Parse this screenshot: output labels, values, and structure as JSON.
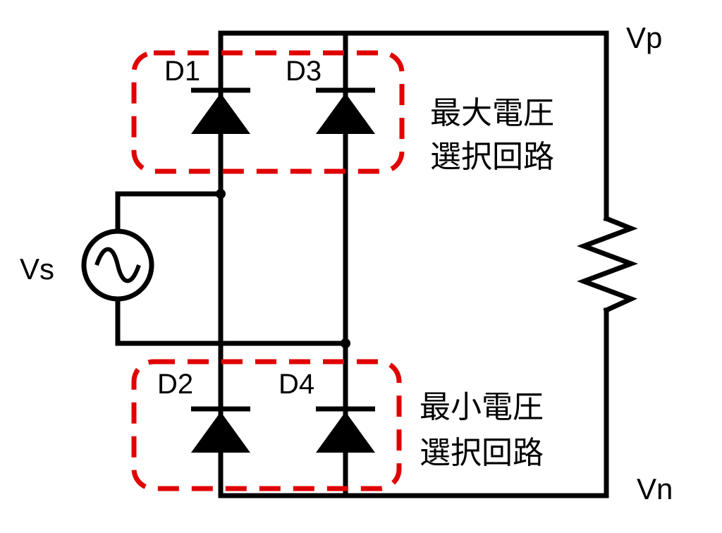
{
  "labels": {
    "vp": "Vp",
    "vn": "Vn",
    "vs": "Vs",
    "d1": "D1",
    "d2": "D2",
    "d3": "D3",
    "d4": "D4"
  },
  "groups": {
    "max": {
      "line1": "最大電圧",
      "line2": "選択回路"
    },
    "min": {
      "line1": "最小電圧",
      "line2": "選択回路"
    }
  },
  "colors": {
    "wire": "#000000",
    "group_box": "#e00000"
  }
}
